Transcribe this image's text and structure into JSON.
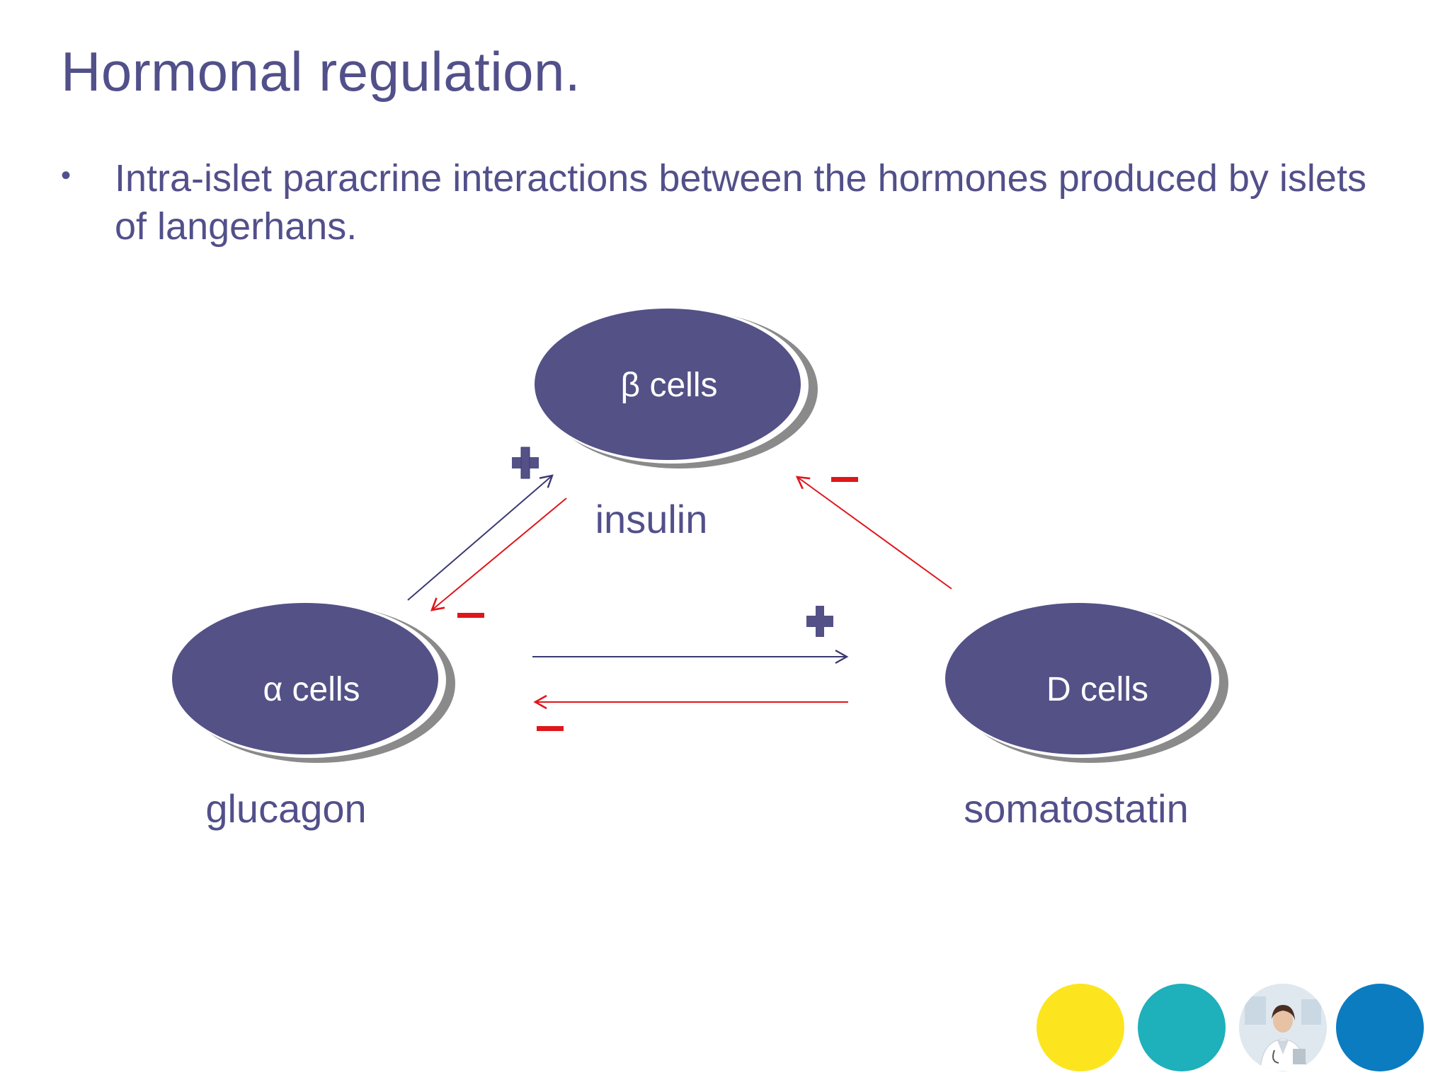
{
  "slide": {
    "title": "Hormonal regulation.",
    "bullet": "Intra-islet paracrine interactions between the hormones produced by islets of langerhans."
  },
  "diagram": {
    "cells": {
      "beta": {
        "label": "β  cells",
        "hormone": "insulin"
      },
      "alpha": {
        "label": "α cells",
        "hormone": "glucagon"
      },
      "delta": {
        "label": "D cells",
        "hormone": "somatostatin"
      }
    },
    "signs": {
      "plus": "+",
      "minus": "−"
    },
    "interactions": [
      {
        "from": "alpha",
        "to": "beta",
        "effect": "stimulates",
        "sign": "+"
      },
      {
        "from": "beta",
        "to": "alpha",
        "effect": "inhibits",
        "sign": "−"
      },
      {
        "from": "delta",
        "to": "beta",
        "effect": "inhibits",
        "sign": "−"
      },
      {
        "from": "alpha",
        "to": "delta",
        "effect": "stimulates",
        "sign": "+"
      },
      {
        "from": "delta",
        "to": "alpha",
        "effect": "inhibits",
        "sign": "−"
      }
    ]
  },
  "colors": {
    "text": "#52508a",
    "cell_fill": "#545187",
    "cell_shadow": "#8a8a8a",
    "stimulate_arrow": "#3b3a72",
    "inhibit_arrow": "#e0161b",
    "minus_sign": "#e0161b",
    "plus_sign": "#545187",
    "dot_yellow": "#fce51f",
    "dot_teal": "#1eb0bb",
    "dot_blue": "#0b7cbf"
  },
  "decor": {
    "dots": [
      "yellow-dot",
      "teal-dot",
      "doctor-photo",
      "blue-dot"
    ]
  }
}
